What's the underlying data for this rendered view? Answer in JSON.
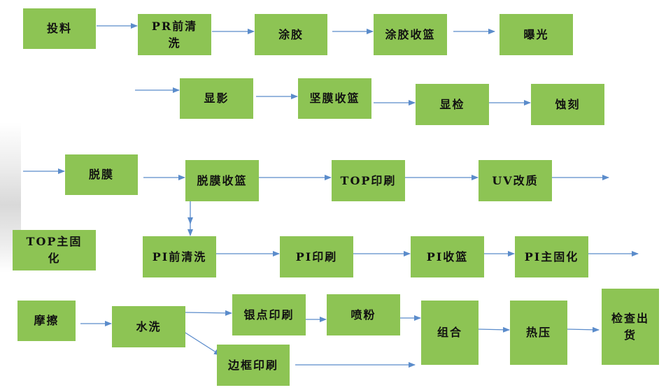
{
  "colors": {
    "box_fill": "#8dc454",
    "arrow": "#5b8ccb",
    "text": "#111111"
  },
  "steps": {
    "feed": "投料",
    "pr_preclean": "PR前清洗",
    "coating": "涂胶",
    "coating_collect": "涂胶收篮",
    "exposure": "曝光",
    "develop": "显影",
    "hardbake_collect": "坚膜收篮",
    "develop_inspect": "显检",
    "etch": "蚀刻",
    "strip": "脱膜",
    "strip_collect": "脱膜收篮",
    "top_print": "TOP印刷",
    "uv_modify": "UV改质",
    "top_cure": "TOP主固化",
    "pi_preclean": "PI前清洗",
    "pi_print": "PI印刷",
    "pi_collect": "PI收篮",
    "pi_cure": "PI主固化",
    "rubbing": "摩擦",
    "water_wash": "水洗",
    "silver_dot_print": "银点印刷",
    "spacer_spray": "喷粉",
    "frame_print": "边框印刷",
    "assembly": "组合",
    "hot_press": "热压",
    "inspect_ship": "检查出货"
  }
}
